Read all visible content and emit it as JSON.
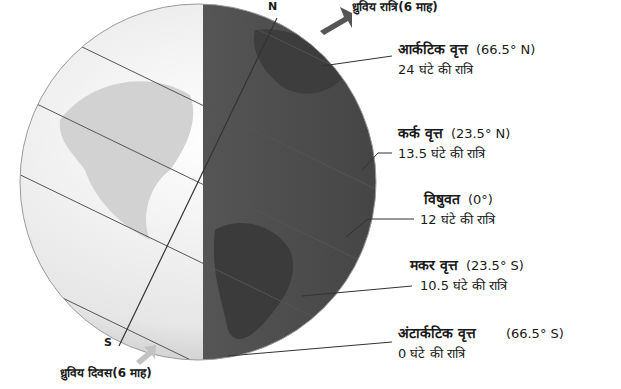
{
  "diagram": {
    "labels": [
      "ध्रुविय रात्रि(6 माह)",
      "आर्कटिक वृत्त",
      "(66.5° N)",
      "24 घंटे की रात्रि",
      "कर्क वृत्त",
      "(23.5° N)",
      "13.5 घंटे की रात्रि",
      "विषुवत",
      "(0°)",
      "12 घंटे की रात्रि",
      "मकर वृत्त",
      "(23.5° S)",
      "10.5 घंटे की रात्रि",
      "अंटार्कटिक वृत्त",
      "(66.5° S)",
      "0 घंटे की रात्रि",
      "ध्रुविय दिवस(6 माह)",
      "N",
      "S"
    ]
  }
}
